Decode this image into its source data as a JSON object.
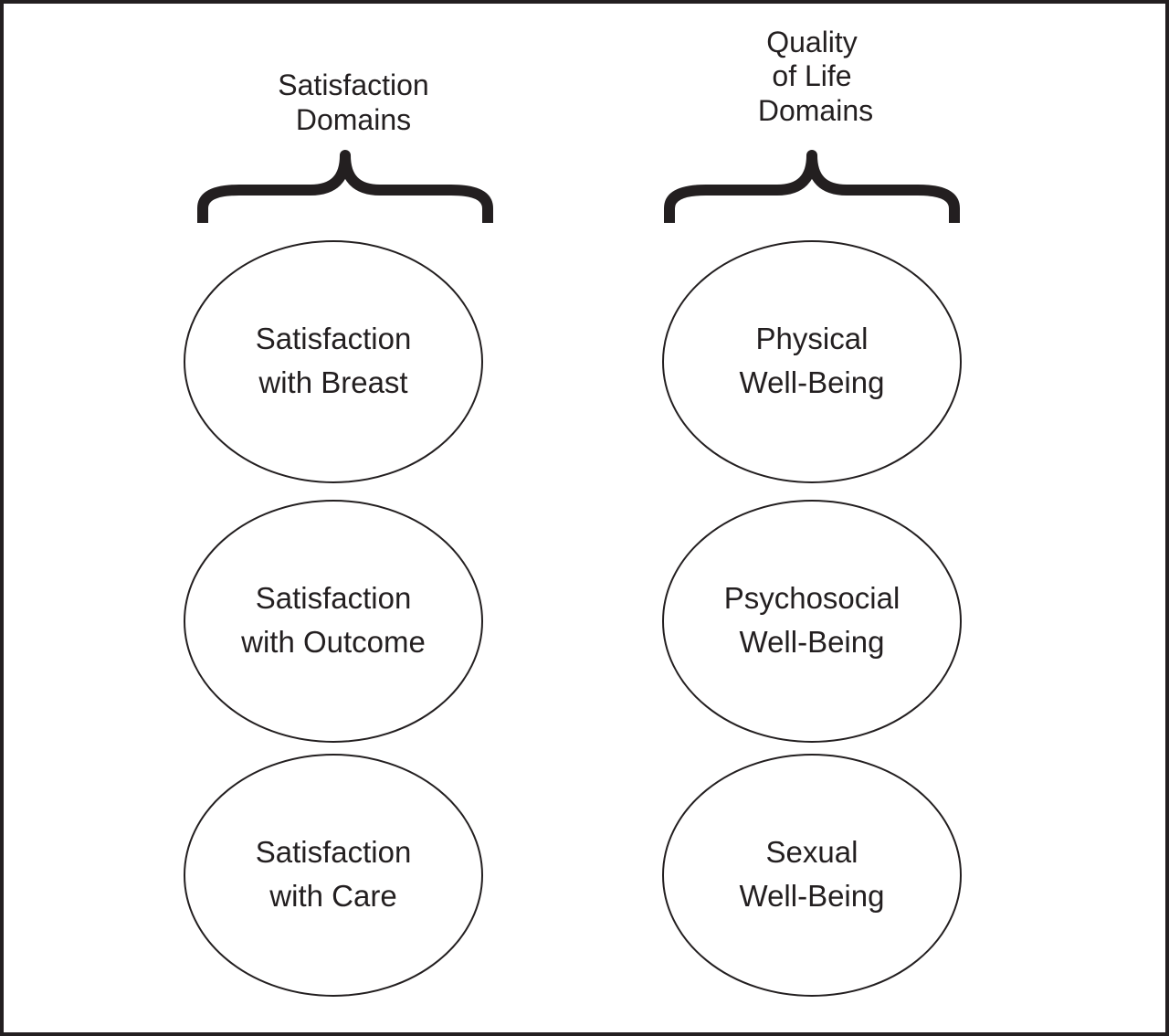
{
  "groups": [
    {
      "title_lines": [
        "Satisfaction",
        "Domains"
      ],
      "nodes": [
        {
          "lines": [
            "Satisfaction",
            "with Breast"
          ]
        },
        {
          "lines": [
            "Satisfaction",
            "with Outcome"
          ]
        },
        {
          "lines": [
            "Satisfaction",
            "with Care"
          ]
        }
      ]
    },
    {
      "title_lines": [
        "Quality",
        "of Life",
        "Domains"
      ],
      "nodes": [
        {
          "lines": [
            "Physical",
            "Well-Being"
          ]
        },
        {
          "lines": [
            "Psychosocial",
            "Well-Being"
          ]
        },
        {
          "lines": [
            "Sexual",
            "Well-Being"
          ]
        }
      ]
    }
  ],
  "colors": {
    "stroke": "#231f20",
    "background": "#ffffff"
  }
}
